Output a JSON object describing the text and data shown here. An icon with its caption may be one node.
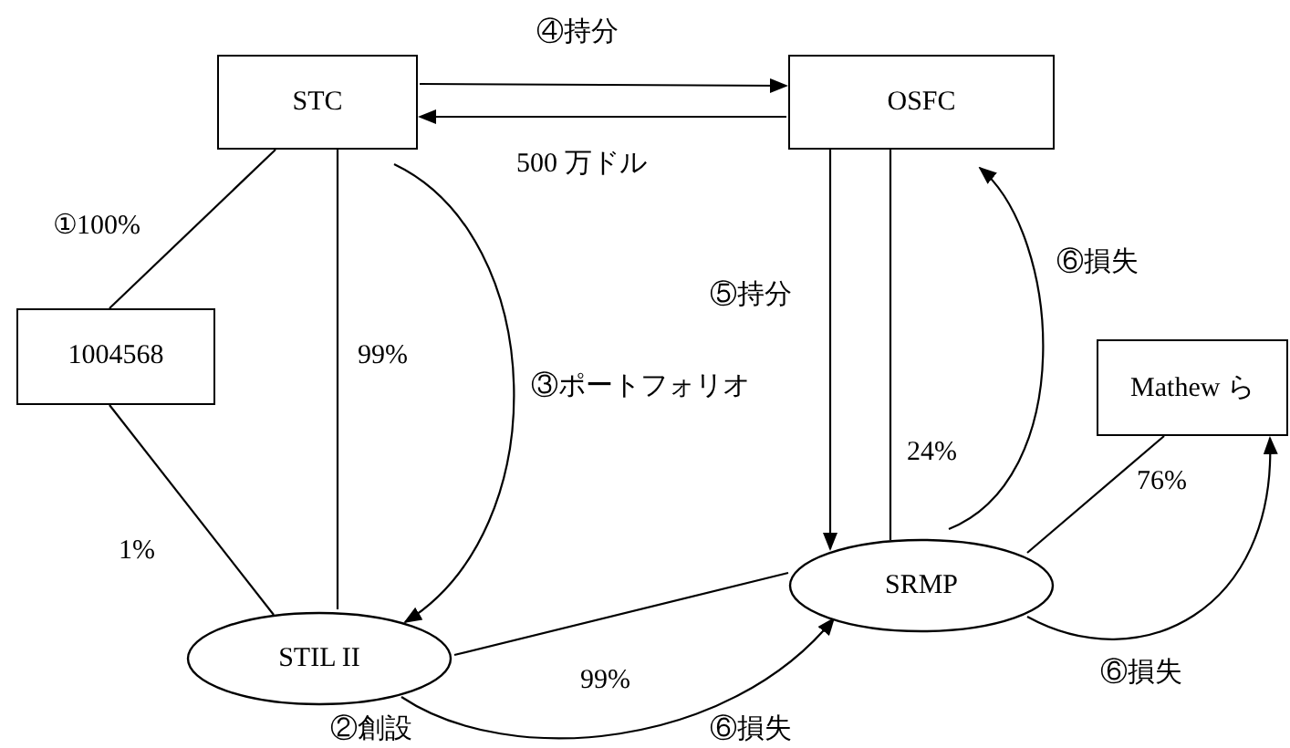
{
  "diagram": {
    "nodes": [
      {
        "text": [
          "STC"
        ]
      },
      {
        "text": [
          "OSFC"
        ]
      },
      {
        "text": [
          "1004568"
        ]
      },
      {
        "text": [
          "Mathew ら"
        ]
      },
      {
        "text": [
          "STIL II"
        ],
        "beside": [
          "②創設"
        ]
      },
      {
        "text": [
          "SRMP"
        ]
      }
    ],
    "edges": [
      {
        "from": 0,
        "to": 1,
        "arrow": "to",
        "label": "④持分"
      },
      {
        "from": 1,
        "to": 0,
        "arrow": "to",
        "label": "500 万ドル"
      },
      {
        "from": 0,
        "to": 2,
        "arrow": "none",
        "label": "①100%"
      },
      {
        "from": 0,
        "to": 4,
        "arrow": "none",
        "label": "99%"
      },
      {
        "from": 0,
        "to": 4,
        "arrow": "to",
        "label": "③ポートフォリオ"
      },
      {
        "from": 2,
        "to": 4,
        "arrow": "none",
        "label": "1%"
      },
      {
        "from": 4,
        "to": 5,
        "arrow": "none",
        "label": "99%"
      },
      {
        "from": 4,
        "to": 5,
        "arrow": "to",
        "label": "⑥損失"
      },
      {
        "from": 1,
        "to": 5,
        "arrow": "to",
        "label": "⑤持分"
      },
      {
        "from": 1,
        "to": 5,
        "arrow": "none",
        "label": "24%"
      },
      {
        "from": 5,
        "to": 1,
        "arrow": "to",
        "label": "⑥損失"
      },
      {
        "from": 3,
        "to": 5,
        "arrow": "none",
        "label": "76%"
      },
      {
        "from": 5,
        "to": 3,
        "arrow": "to",
        "label": "⑥損失"
      }
    ]
  }
}
